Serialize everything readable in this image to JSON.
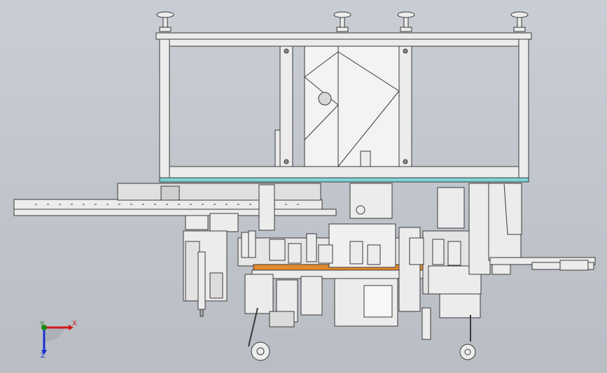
{
  "viewport": {
    "background_top": "#c9cdd4",
    "background_bottom": "#b9bdc4",
    "model_fill": "#ececec",
    "model_stroke": "#3a3a3a",
    "accent_orange": "#e58a2a",
    "accent_cyan": "#7fd3d6"
  },
  "triad": {
    "x_label": "X",
    "y_label": "Y",
    "z_label": "Z",
    "x_color": "#d11a1a",
    "y_color": "#1a8a1a",
    "z_color": "#1a2ed1"
  }
}
